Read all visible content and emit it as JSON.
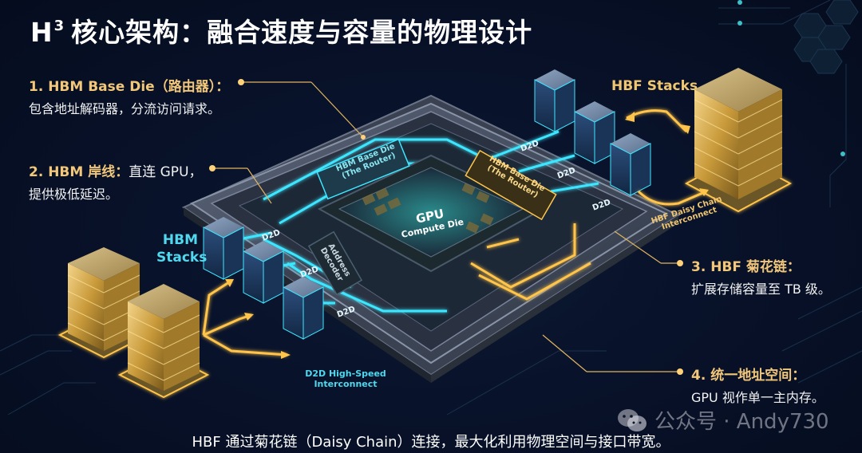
{
  "title": {
    "main": "H",
    "superscript": "3",
    "rest": "核心架构：融合速度与容量的物理设计"
  },
  "annotations": [
    {
      "head": "1. HBM Base Die（路由器）：",
      "body": "包含地址解码器，分流访问请求。"
    },
    {
      "head": "2. HBM 岸线：",
      "head_tail": "直连 GPU，",
      "body": "提供极低延迟。"
    },
    {
      "head": "3. HBF 菊花链：",
      "body": "扩展存储容量至 TB 级。"
    },
    {
      "head": "4. 统一地址空间：",
      "body": "GPU 视作单一主内存。"
    }
  ],
  "diagram_labels": {
    "hbf_stacks": "HBF Stacks",
    "hbm_stacks_line1": "HBM",
    "hbm_stacks_line2": "Stacks",
    "gpu_line1": "GPU",
    "gpu_line2": "Compute Die",
    "base_die_left_line1": "HBM Base Die",
    "base_die_left_line2": "(The Router)",
    "base_die_right_line1": "HBM Base Die",
    "base_die_right_line2": "(The Router)",
    "address_decoder_line1": "Address",
    "address_decoder_line2": "Decoder",
    "d2d": "D2D",
    "d2d_high_speed_line1": "D2D High-Speed",
    "d2d_high_speed_line2": "Interconnect",
    "hbf_daisy_line1": "HBF Daisy Chain",
    "hbf_daisy_line2": "Interconnect"
  },
  "caption": "HBF 通过菊花链（Daisy Chain）连接，最大化利用物理空间与接口带宽。",
  "watermark": {
    "icon": "wechat-icon",
    "text": "公众号 · Andy730"
  },
  "colors": {
    "background": "#08122a",
    "gold_accent": "#f2c77a",
    "cyan_accent": "#4fd8ee",
    "text": "#ffffff"
  }
}
